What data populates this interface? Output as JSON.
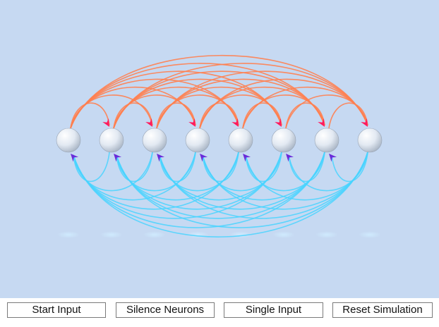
{
  "network": {
    "neuron_count": 8,
    "excitatory_color": "#ff7f50",
    "excitatory_arrow_color": "#ff1a5e",
    "inhibitory_color": "#49d4ff",
    "inhibitory_arrow_color": "#6a2bd9",
    "neuron_color": "#e8eef6",
    "background_color": "#c6d9f2"
  },
  "controls": {
    "start_input": "Start Input",
    "silence_neurons": "Silence Neurons",
    "single_input": "Single Input",
    "reset_simulation": "Reset Simulation"
  }
}
